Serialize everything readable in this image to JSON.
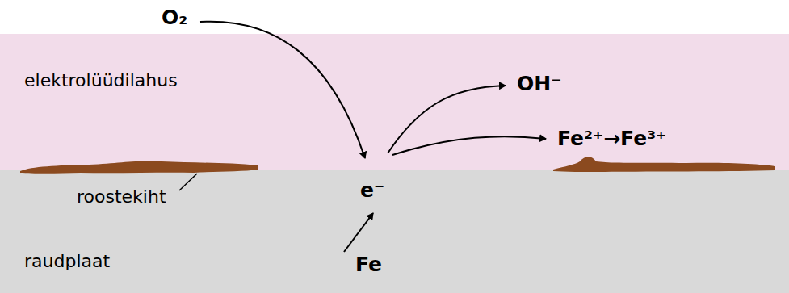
{
  "diagram": {
    "labels": [
      "O₂",
      "elektrolüüdilahus",
      "OH⁻",
      "Fe²⁺→Fe³⁺",
      "roostekiht",
      "e⁻",
      "raudplaat",
      "Fe"
    ]
  }
}
